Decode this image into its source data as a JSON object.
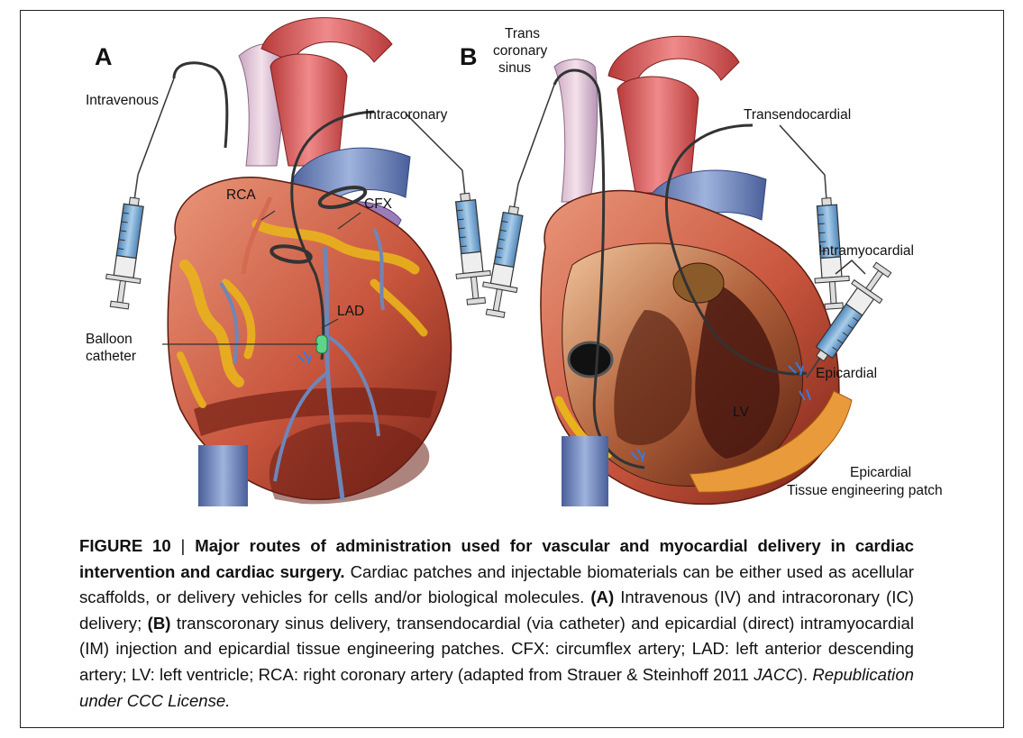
{
  "figure": {
    "panel_a": {
      "panel_label": "A",
      "labels": {
        "intravenous": "Intravenous",
        "intracoronary": "Intracoronary",
        "rca": "RCA",
        "cfx": "CFX",
        "lad": "LAD",
        "balloon_line1": "Balloon",
        "balloon_line2": "catheter"
      }
    },
    "panel_b": {
      "panel_label": "B",
      "labels": {
        "trans_line1": "Trans",
        "trans_line2": "coronary",
        "trans_line3": "sinus",
        "transendocardial": "Transendocardial",
        "intramyocardial": "Intramyocardial",
        "epicardial": "Epicardial",
        "lv": "LV",
        "patch_line1": "Epicardial",
        "patch_line2": "Tissue engineering patch"
      }
    }
  },
  "caption": {
    "figure_number": "FIGURE 10",
    "separator": " | ",
    "title": "Major routes of administration used for vascular and myocardial delivery in cardiac intervention and cardiac surgery.",
    "text1": " Cardiac patches and injectable biomaterials can be either used as acellular scaffolds, or delivery vehicles for cells and/or biological molecules. ",
    "ref_a": "(A)",
    "text2": " Intravenous (IV) and intracoronary (IC) delivery; ",
    "ref_b": "(B)",
    "text3": " transcoronary sinus delivery, transendocardial (via catheter) and epicardial (direct) intramyocardial (IM) injection and epicardial tissue engineering patches. CFX: circumflex artery; LAD: left anterior descending artery; LV: left ventricle; RCA: right coronary artery (adapted from Strauer & Steinhoff 2011 ",
    "journal": "JACC",
    "text4": "). ",
    "license": "Republication under CCC License."
  },
  "colors": {
    "muscle": "#c8553d",
    "muscle_dark": "#8e2a1e",
    "fat": "#e8b21c",
    "vessel_blue": "#6f86b8",
    "aorta": "#e07070",
    "pale_vessel": "#e8c9d6",
    "syringe_fluid": "#6fa3cf"
  }
}
